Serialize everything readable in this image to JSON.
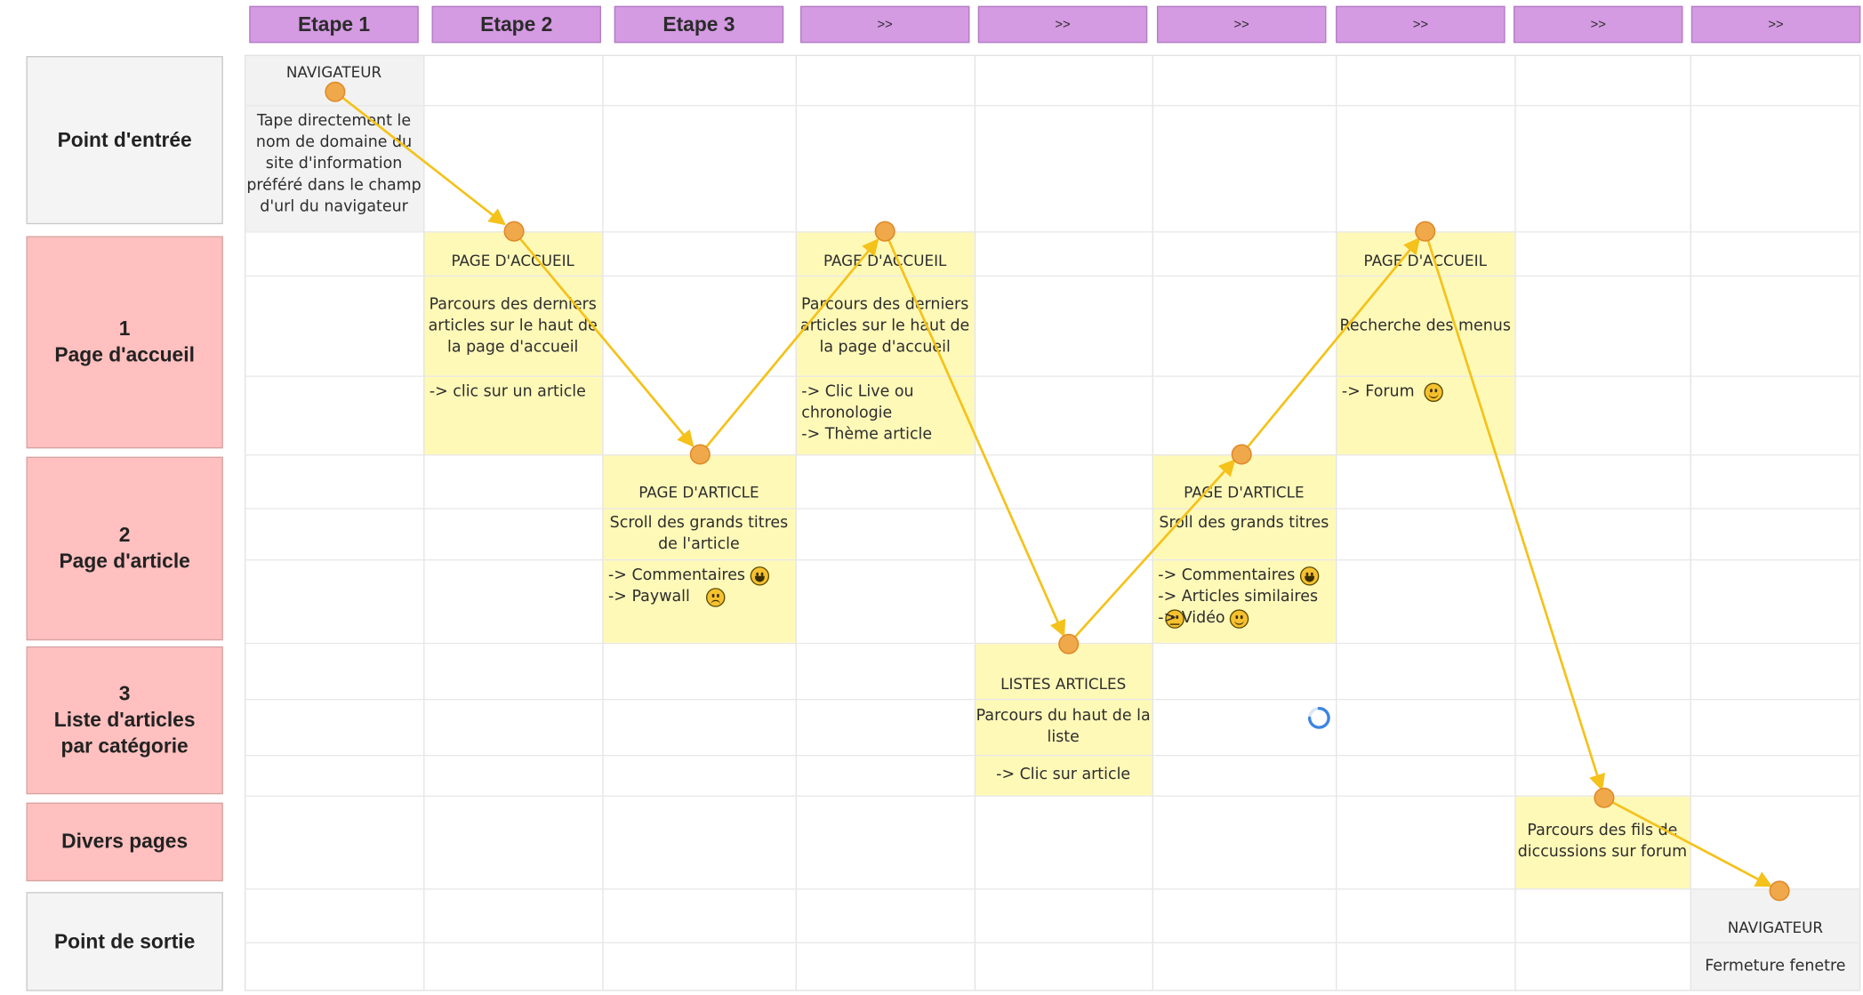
{
  "headers": [
    "Etape 1",
    "Etape 2",
    "Etape 3",
    ">>",
    ">>",
    ">>",
    ">>",
    ">>",
    ">>"
  ],
  "lanes": [
    {
      "label": "Point d'entrée",
      "style": "grey"
    },
    {
      "label": "1\nPage d'accueil",
      "style": "pink"
    },
    {
      "label": "2\nPage d'article",
      "style": "pink"
    },
    {
      "label": "3\nListe d'articles\npar catégorie",
      "style": "pink"
    },
    {
      "label": "Divers pages",
      "style": "pink"
    },
    {
      "label": "Point de sortie",
      "style": "grey"
    }
  ],
  "steps": {
    "s1_title": "NAVIGATEUR",
    "s1_desc": "Tape directement le\nnom de domaine du\nsite d'information\npréféré dans le champ\nd'url du navigateur",
    "s2_title": "PAGE D'ACCUEIL",
    "s2_desc": "Parcours des derniers\narticles sur le haut de\nla page d'accueil",
    "s2_action": "-> clic sur un article",
    "s3_title": "PAGE D'ARTICLE",
    "s3_desc": "Scroll des grands titres\nde l'article",
    "s3_action1": "-> Commentaires",
    "s3_action2": "-> Paywall",
    "s4_title": "PAGE D'ACCUEIL",
    "s4_desc": "Parcours des derniers\narticles sur le haut de\nla page d'accueil",
    "s4_action": "-> Clic Live ou\nchronologie\n-> Thème article",
    "s5_title": "LISTES ARTICLES",
    "s5_desc": "Parcours du haut de la\nliste",
    "s5_action": "-> Clic sur article",
    "s6_title": "PAGE D'ARTICLE",
    "s6_desc": "Sroll des grands titres",
    "s6_action1": "-> Commentaires",
    "s6_action2": "-> Articles similaires",
    "s6_action3": "-> Vidéo",
    "s7_title": "PAGE D'ACCUEIL",
    "s7_desc": "Recherche des menus",
    "s7_action": "-> Forum",
    "s8_desc": "Parcours des fils de\ndiccussions sur forum",
    "s9_title": "NAVIGATEUR",
    "s9_desc": "Fermeture fenetre"
  },
  "colors": {
    "header": "#d49ae2",
    "lane_pink": "#ffc0bf",
    "lane_grey": "#f4f4f4",
    "note": "#fff9b8",
    "flow": "#f4c21a",
    "node": "#f0a94a"
  },
  "icons": {
    "emoji_grin": "grinning-face-icon",
    "emoji_sad": "confused-face-icon",
    "emoji_neutral": "neutral-face-icon",
    "emoji_smile": "smiling-face-icon",
    "spinner": "loading-spinner-icon"
  }
}
